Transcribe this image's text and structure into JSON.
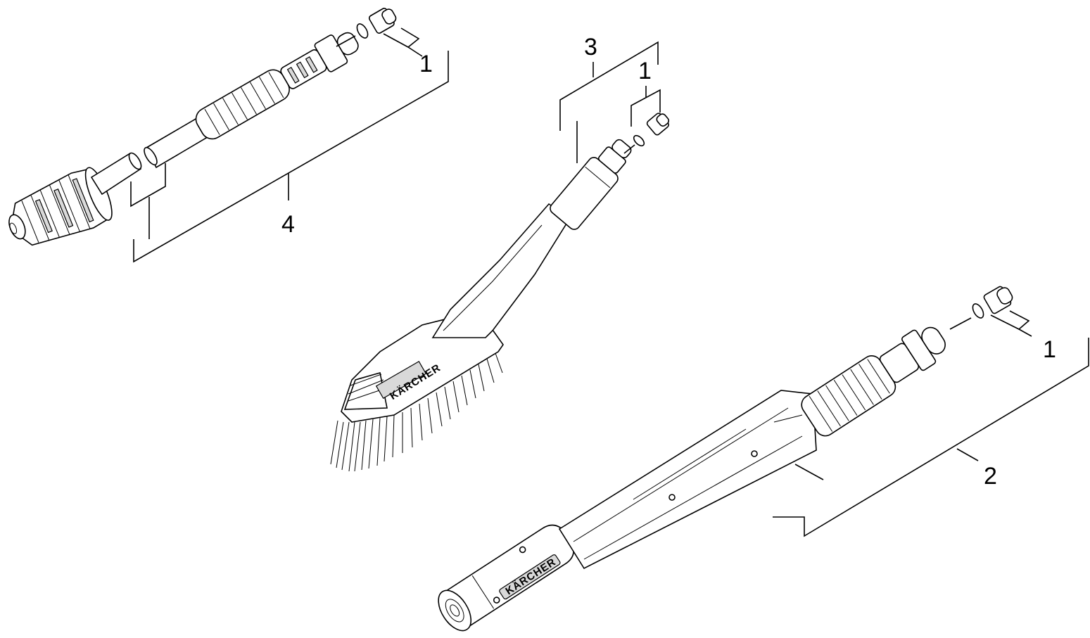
{
  "callouts": {
    "part_1_top": "1",
    "part_3": "3",
    "part_1_middle": "1",
    "part_4": "4",
    "part_1_right": "1",
    "part_2": "2"
  },
  "brand": {
    "brush_logo": "KÄRCHER",
    "lance_logo": "KÄRCHER"
  }
}
